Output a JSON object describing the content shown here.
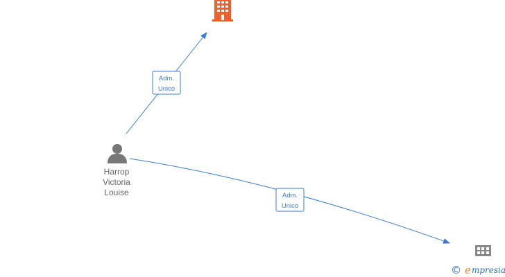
{
  "nodes": {
    "person": {
      "name_lines": [
        "Harrop",
        "Victoria",
        "Louise"
      ],
      "icon": "person-icon",
      "color": "#777777"
    },
    "company_main": {
      "icon": "building-icon",
      "color": "#f0602a"
    },
    "company_secondary": {
      "icon": "building-small-icon",
      "color": "#888888"
    }
  },
  "edges": [
    {
      "label_lines": [
        "Adm.",
        "Unico"
      ],
      "from": "person",
      "to": "company_main"
    },
    {
      "label_lines": [
        "Adm.",
        "Unico"
      ],
      "from": "person",
      "to": "company_secondary"
    }
  ],
  "colors": {
    "edge": "#3a7bd5"
  },
  "brand": {
    "copyright": "©",
    "initial": "e",
    "rest": "mpresia"
  }
}
